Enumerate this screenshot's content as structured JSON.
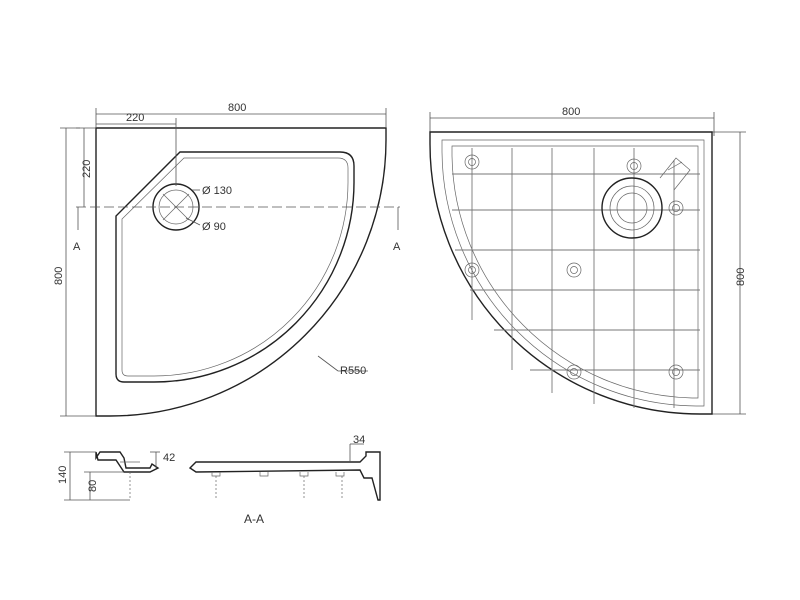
{
  "top_view": {
    "width_label": "800",
    "offset_x_label": "220",
    "offset_y_label": "220",
    "height_label": "800",
    "waste_outer_label": "Ø 130",
    "waste_inner_label": "Ø 90",
    "radius_label": "R550",
    "section_left_label": "A",
    "section_right_label": "A"
  },
  "bottom_view": {
    "width_label": "800",
    "height_label": "800"
  },
  "section_view": {
    "total_height_label": "140",
    "base_height_label": "80",
    "lip_label": "42",
    "edge_label": "34",
    "caption": "A-A"
  }
}
